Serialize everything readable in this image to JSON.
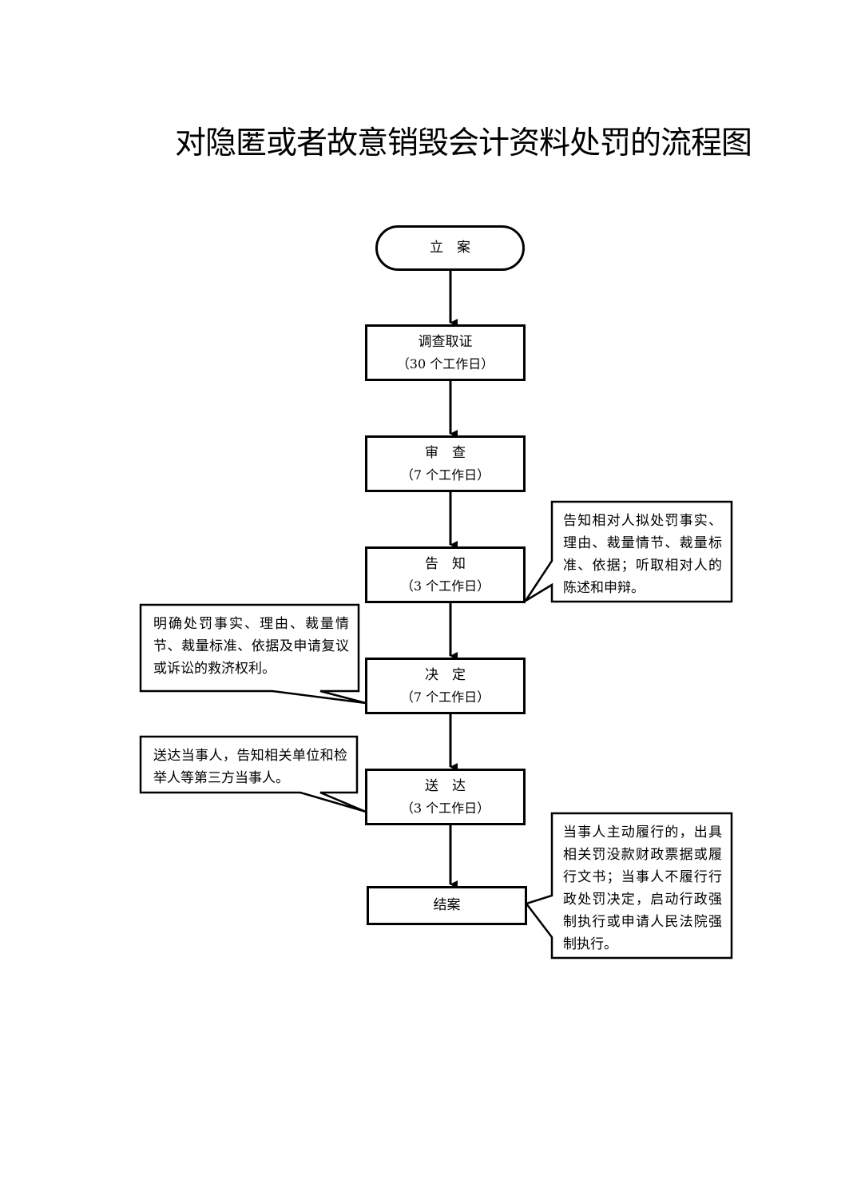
{
  "title": "对隐匿或者故意销毁会计资料处罚的流程图",
  "nodes": {
    "start": {
      "label": "立　案"
    },
    "investigate": {
      "label": "调查取证",
      "duration": "（30 个工作日）"
    },
    "review": {
      "label": "审　查",
      "duration": "（7 个工作日）"
    },
    "notify": {
      "label": "告　知",
      "duration": "（3 个工作日）"
    },
    "decide": {
      "label": "决　定",
      "duration": "（7 个工作日）"
    },
    "deliver": {
      "label": "送　达",
      "duration": "（3 个工作日）"
    },
    "close": {
      "label": "结案"
    }
  },
  "notes": {
    "notify_note": "告知相对人拟处罚事实、理由、裁量情节、裁量标准、依据；听取相对人的陈述和申辩。",
    "decide_note": "明确处罚事实、理由、裁量情节、裁量标准、依据及申请复议或诉讼的救济权利。",
    "deliver_note": "送达当事人，告知相关单位和检举人等第三方当事人。",
    "close_note": "当事人主动履行的，出具相关罚没款财政票据或履行文书；当事人不履行行政处罚决定，启动行政强制执行或申请人民法院强制执行。"
  }
}
